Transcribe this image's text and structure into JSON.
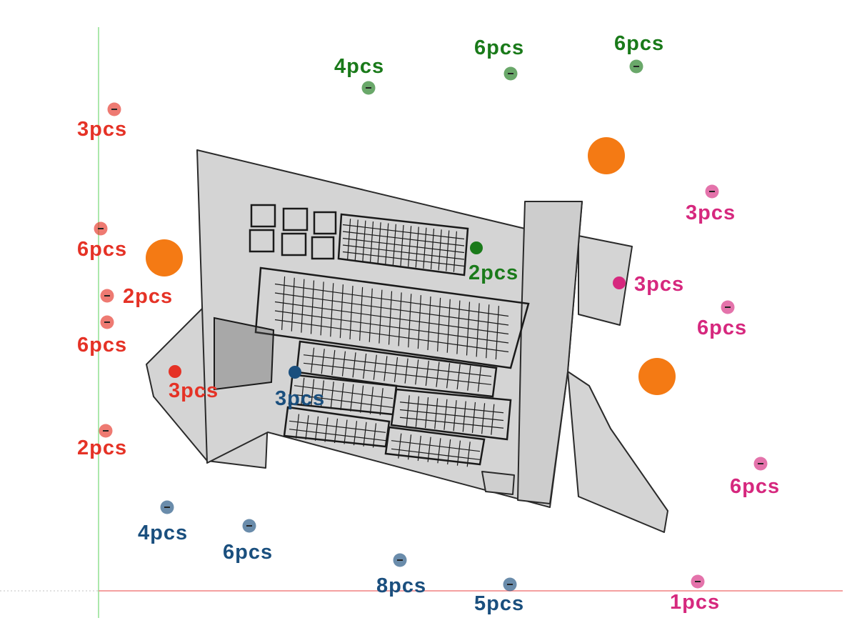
{
  "colors": {
    "red": "#e53226",
    "green": "#1a7a1a",
    "blue": "#1a4f7e",
    "pink": "#d6287e",
    "orange": "#f47a14",
    "building_fill": "#d4d4d4",
    "building_stroke": "#2a2a2a",
    "axis_x": "#f08080",
    "axis_y": "#90e090"
  },
  "markers": [
    {
      "group": "red",
      "label": "3pcs"
    },
    {
      "group": "red",
      "label": "6pcs"
    },
    {
      "group": "red",
      "label": "2pcs"
    },
    {
      "group": "red",
      "label": "6pcs"
    },
    {
      "group": "red",
      "label": "3pcs"
    },
    {
      "group": "red",
      "label": "2pcs"
    },
    {
      "group": "green",
      "label": "4pcs"
    },
    {
      "group": "green",
      "label": "6pcs"
    },
    {
      "group": "green",
      "label": "6pcs"
    },
    {
      "group": "green",
      "label": "2pcs"
    },
    {
      "group": "pink",
      "label": "3pcs"
    },
    {
      "group": "pink",
      "label": "3pcs"
    },
    {
      "group": "pink",
      "label": "6pcs"
    },
    {
      "group": "pink",
      "label": "6pcs"
    },
    {
      "group": "pink",
      "label": "1pcs"
    },
    {
      "group": "blue",
      "label": "3pcs"
    },
    {
      "group": "blue",
      "label": "4pcs"
    },
    {
      "group": "blue",
      "label": "6pcs"
    },
    {
      "group": "blue",
      "label": "8pcs"
    },
    {
      "group": "blue",
      "label": "5pcs"
    }
  ],
  "large_markers": [
    {
      "color": "orange"
    },
    {
      "color": "orange"
    },
    {
      "color": "orange"
    }
  ]
}
